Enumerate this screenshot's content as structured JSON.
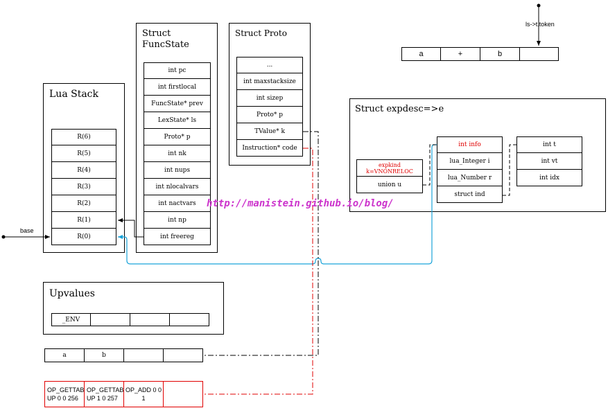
{
  "token_label": "ls->t.token",
  "token_cells": [
    "a",
    "+",
    "b",
    ""
  ],
  "lua_stack": {
    "title": "Lua Stack",
    "slots": [
      "R(6)",
      "R(5)",
      "R(4)",
      "R(3)",
      "R(2)",
      "R(1)",
      "R(0)"
    ],
    "base_label": "base"
  },
  "funcstate": {
    "title_line1": "Struct",
    "title_line2": "FuncState",
    "fields": [
      "int pc",
      "int firstlocal",
      "FuncState* prev",
      "LexState* ls",
      "Proto* p",
      "int nk",
      "int nups",
      "int nlocalvars",
      "int nactvars",
      "int np",
      "int freereg"
    ]
  },
  "proto": {
    "title": "Struct Proto",
    "fields": [
      "...",
      "int maxstacksize",
      "int sizep",
      "Proto* p",
      "TValue* k",
      "Instruction* code"
    ]
  },
  "expdesc": {
    "title": "Struct expdesc=>e",
    "expkind_line1": "expkind",
    "expkind_line2": "k=VNONRELOC",
    "union_label": "union u",
    "union_fields": [
      "int info",
      "lua_Integer i",
      "lua_Number r",
      "struct ind"
    ],
    "ind_fields": [
      "int t",
      "int vt",
      "int idx"
    ]
  },
  "upvalues": {
    "title": "Upvalues",
    "cells": [
      "_ENV",
      "",
      "",
      ""
    ]
  },
  "constants": [
    "a",
    "b",
    "",
    ""
  ],
  "code": [
    {
      "line1": "OP_GETTAB",
      "line2": "UP 0 0 256"
    },
    {
      "line1": "OP_GETTAB",
      "line2": "UP 1 0 257"
    },
    {
      "line1": "OP_ADD 0 0",
      "line2": "1"
    },
    {
      "line1": "",
      "line2": ""
    }
  ],
  "watermark": "http://manistein.github.io/blog/",
  "colors": {
    "red": "#e00000",
    "blue": "#1aa3d9",
    "watermark": "#cc33cc"
  }
}
